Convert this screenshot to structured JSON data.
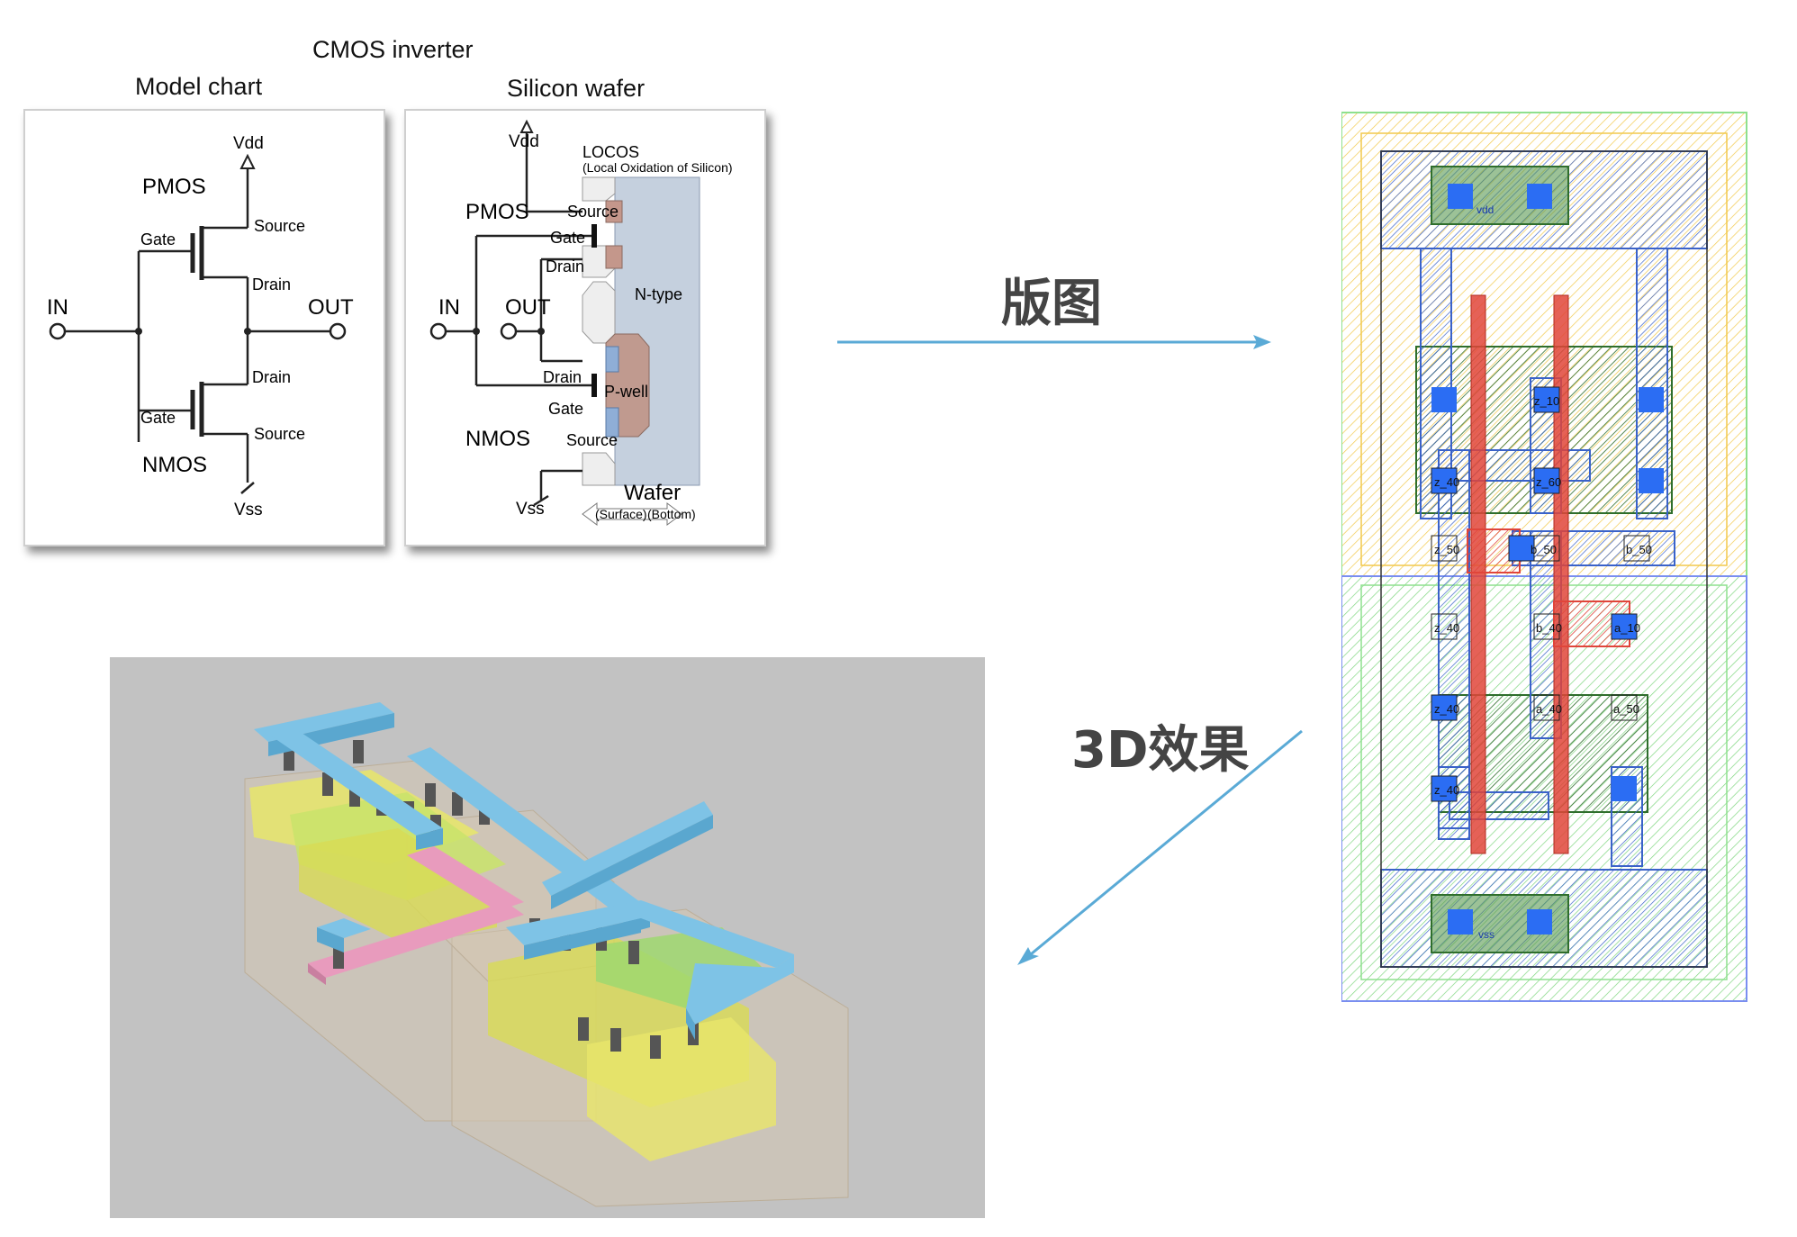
{
  "header": {
    "main_title": "CMOS inverter",
    "left_title": "Model chart",
    "right_title": "Silicon wafer"
  },
  "model_chart": {
    "vdd": "Vdd",
    "pmos": "PMOS",
    "gate_top": "Gate",
    "source_top": "Source",
    "drain_top": "Drain",
    "in": "IN",
    "out": "OUT",
    "drain_bottom": "Drain",
    "gate_bottom": "Gate",
    "source_bottom": "Source",
    "nmos": "NMOS",
    "vss": "Vss"
  },
  "silicon_wafer": {
    "vdd": "Vdd",
    "locos": "LOCOS",
    "locos_full": "(Local Oxidation of Silicon)",
    "pmos": "PMOS",
    "source_top": "Source",
    "gate_top": "Gate",
    "drain_top": "Drain",
    "in": "IN",
    "out": "OUT",
    "n_type": "N-type",
    "drain_bottom": "Drain",
    "p_well": "P-well",
    "gate_bottom": "Gate",
    "nmos": "NMOS",
    "source_bottom": "Source",
    "vss": "Vss",
    "wafer": "Wafer",
    "surface": "(Surface)",
    "bottom": "(Bottom)"
  },
  "arrows": {
    "layout_label": "版图",
    "effect_label": "3D效果"
  },
  "layout": {
    "top_label": "vdd",
    "bottom_label": "vss",
    "contacts": [
      "z_10",
      "z_40",
      "z_60",
      "z_50",
      "b_50",
      "b_50",
      "z_40",
      "b_40",
      "a_10",
      "z_40",
      "a_40",
      "a_50",
      "z_40"
    ]
  },
  "colors": {
    "arrow": "#5aaad6",
    "metal": "#3a62c9",
    "poly": "#e0453a",
    "diffusion": "#3f8a3a",
    "nwell": "#f2c94c",
    "pwell": "#7fd67f",
    "metal3d": "#7ec3e6",
    "poly3d": "#e89bbd",
    "substrate3d": "#d4c7b3"
  }
}
